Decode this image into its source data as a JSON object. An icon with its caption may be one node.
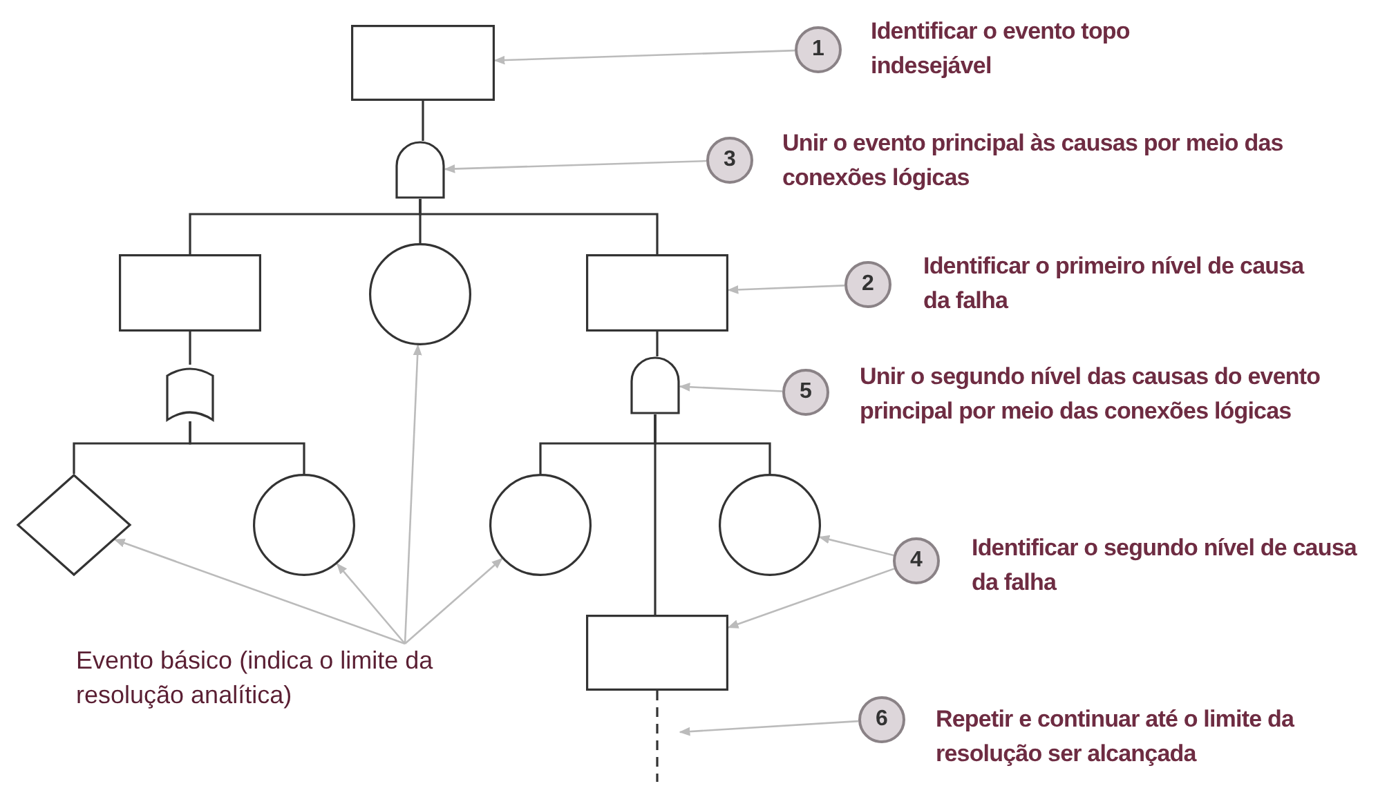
{
  "diagram": {
    "nodes": [
      {
        "text": [],
        "shape": "box"
      },
      {
        "text": [],
        "shape": "and-gate"
      },
      {
        "text": [],
        "shape": "box"
      },
      {
        "text": [],
        "shape": "circle"
      },
      {
        "text": [],
        "shape": "box"
      },
      {
        "text": [],
        "shape": "or-gate"
      },
      {
        "text": [],
        "shape": "and-gate"
      },
      {
        "text": [],
        "shape": "diamond"
      },
      {
        "text": [],
        "shape": "circle"
      },
      {
        "text": [],
        "shape": "circle"
      },
      {
        "text": [],
        "shape": "circle"
      },
      {
        "text": [],
        "shape": "box"
      },
      {
        "text": [
          "1"
        ],
        "beside": [
          "Identificar o evento topo indesejável"
        ]
      },
      {
        "text": [
          "3"
        ],
        "beside": [
          "Unir o evento principal às causas por meio das conexões lógicas"
        ]
      },
      {
        "text": [
          "2"
        ],
        "beside": [
          "Identificar o primeiro nível de causa da falha"
        ]
      },
      {
        "text": [
          "5"
        ],
        "beside": [
          "Unir o segundo nível das causas do evento principal por meio das conexões lógicas"
        ]
      },
      {
        "text": [
          "4"
        ],
        "beside": [
          "Identificar o segundo nível de causa da falha"
        ]
      },
      {
        "text": [
          "6"
        ],
        "beside": [
          "Repetir e continuar até o limite da resolução ser alcançada"
        ]
      },
      {
        "text": [
          "Evento básico (indica o limite da resolução analítica)"
        ]
      }
    ],
    "edges": [
      {
        "from": 0,
        "to": 1,
        "arrow": "none"
      },
      {
        "from": 1,
        "to": 2,
        "arrow": "none"
      },
      {
        "from": 1,
        "to": 3,
        "arrow": "none"
      },
      {
        "from": 1,
        "to": 4,
        "arrow": "none"
      },
      {
        "from": 2,
        "to": 5,
        "arrow": "none"
      },
      {
        "from": 5,
        "to": 7,
        "arrow": "none"
      },
      {
        "from": 5,
        "to": 8,
        "arrow": "none"
      },
      {
        "from": 4,
        "to": 6,
        "arrow": "none"
      },
      {
        "from": 6,
        "to": 9,
        "arrow": "none"
      },
      {
        "from": 6,
        "to": 10,
        "arrow": "none"
      },
      {
        "from": 6,
        "to": 11,
        "arrow": "none"
      },
      {
        "from": 11,
        "to": null,
        "arrow": "none",
        "style": "dashed"
      },
      {
        "from": 12,
        "to": 0,
        "arrow": "to",
        "color": "#bbbbbb"
      },
      {
        "from": 13,
        "to": 1,
        "arrow": "to",
        "color": "#bbbbbb"
      },
      {
        "from": 14,
        "to": 4,
        "arrow": "to",
        "color": "#bbbbbb"
      },
      {
        "from": 15,
        "to": 6,
        "arrow": "to",
        "color": "#bbbbbb"
      },
      {
        "from": 16,
        "to": 10,
        "arrow": "to",
        "color": "#bbbbbb"
      },
      {
        "from": 16,
        "to": 11,
        "arrow": "to",
        "color": "#bbbbbb"
      },
      {
        "from": 17,
        "to": null,
        "arrow": "to",
        "color": "#bbbbbb"
      },
      {
        "from": 18,
        "to": 7,
        "arrow": "to",
        "color": "#bbbbbb"
      },
      {
        "from": 18,
        "to": 8,
        "arrow": "to",
        "color": "#bbbbbb"
      },
      {
        "from": 18,
        "to": 9,
        "arrow": "to",
        "color": "#bbbbbb"
      },
      {
        "from": 18,
        "to": 3,
        "arrow": "to",
        "color": "#bbbbbb"
      }
    ]
  }
}
